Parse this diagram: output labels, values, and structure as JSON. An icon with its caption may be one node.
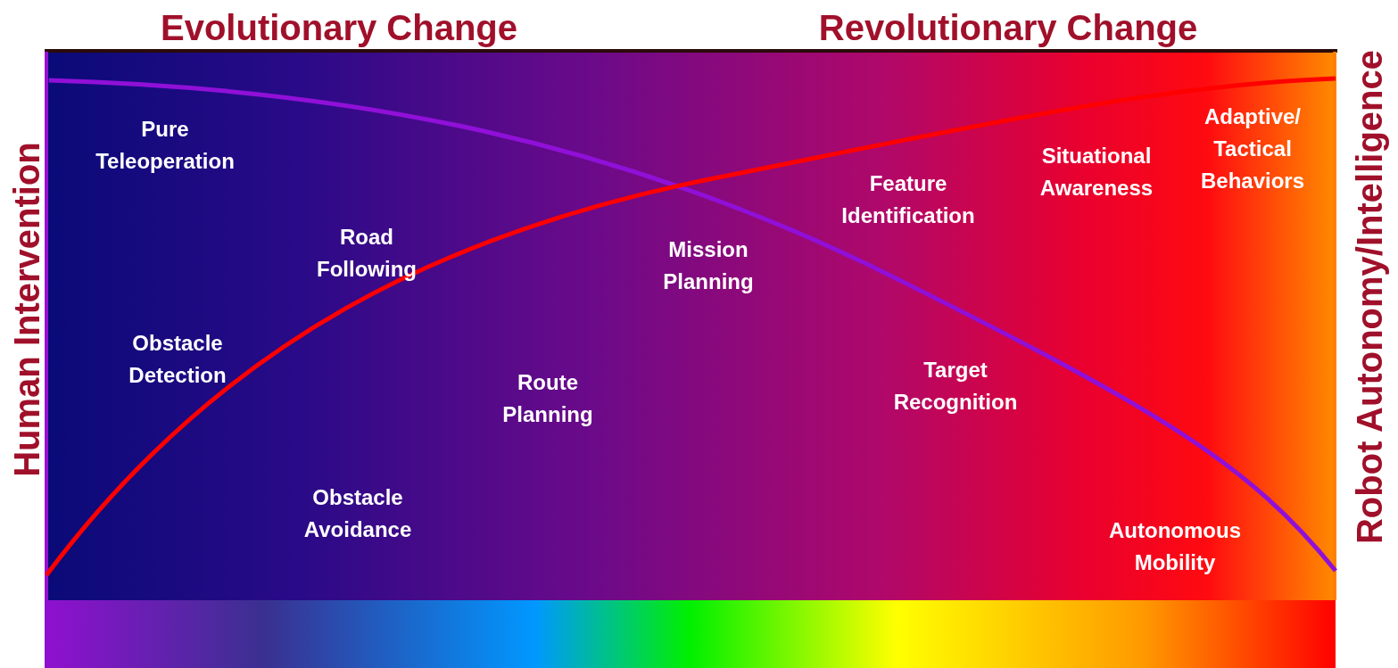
{
  "diagram": {
    "labels": [
      "Evolutionary Change",
      "Revolutionary Change",
      "Human Intervention",
      "Robot Autonomy/Intelligence",
      "Pure Teleoperation",
      "Adaptive/ Tactical Behaviors",
      "Situational Awareness",
      "Feature Identification",
      "Road Following",
      "Mission Planning",
      "Obstacle Detection",
      "Target Recognition",
      "Route Planning",
      "Obstacle Avoidance",
      "Autonomous Mobility"
    ]
  }
}
